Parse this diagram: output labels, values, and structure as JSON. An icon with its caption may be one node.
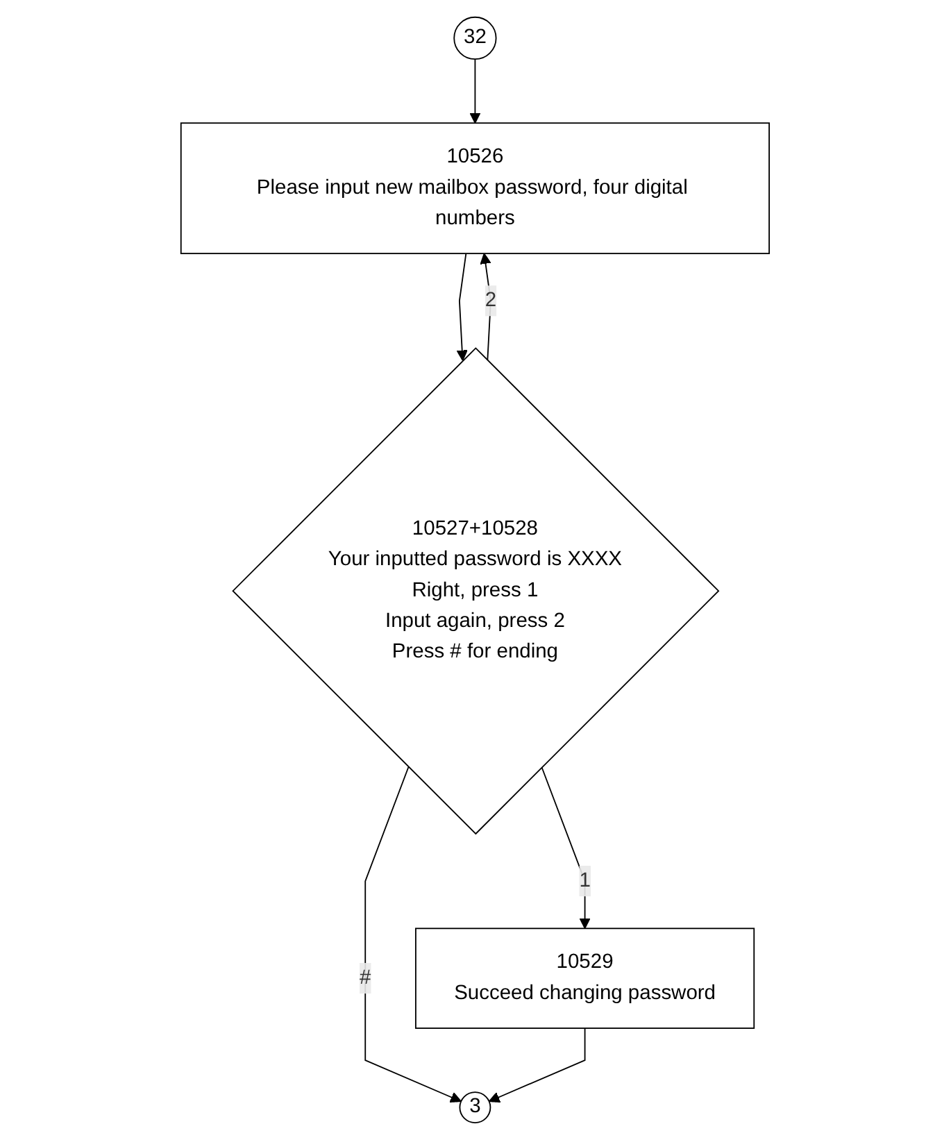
{
  "diagram": {
    "nodes": [
      {
        "text": [
          "32"
        ]
      },
      {
        "text": [
          "10526",
          "Please input new mailbox password, four digital numbers"
        ]
      },
      {
        "text": [
          "10527+10528",
          "Your inputted password is XXXX",
          "Right, press 1",
          "Input again, press 2",
          "Press # for ending"
        ]
      },
      {
        "text": [
          "10529",
          "Succeed changing password"
        ]
      },
      {
        "text": [
          "3"
        ]
      }
    ],
    "edges": [
      {
        "from": 0,
        "to": 1,
        "arrow": "to"
      },
      {
        "from": 1,
        "to": 2,
        "arrow": "to"
      },
      {
        "from": 2,
        "to": 1,
        "arrow": "to",
        "label": "2"
      },
      {
        "from": 2,
        "to": 4,
        "arrow": "to",
        "label": "#"
      },
      {
        "from": 2,
        "to": 3,
        "arrow": "to",
        "label": "1"
      },
      {
        "from": 3,
        "to": 4,
        "arrow": "to"
      }
    ]
  }
}
